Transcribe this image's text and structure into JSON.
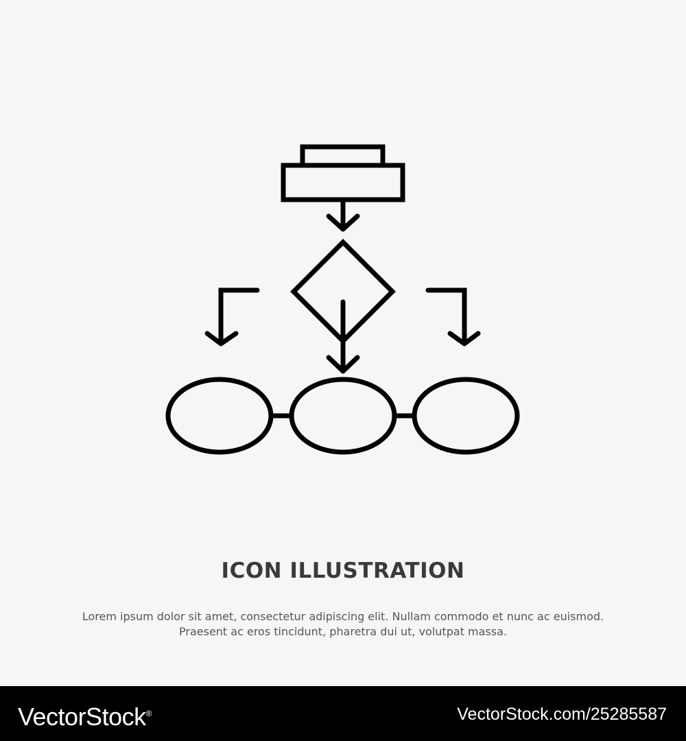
{
  "illustration": {
    "icon": "flowchart-algorithm-icon",
    "stroke_color": "#000000",
    "background_color": "#f5f7f7"
  },
  "heading": "ICON ILLUSTRATION",
  "description": {
    "line1": "Lorem ipsum dolor sit amet, consectetur adipiscing elit. Nullam commodo et nunc ac euismod.",
    "line2": "Praesent ac eros tincidunt, pharetra dui ut, volutpat massa."
  },
  "footer": {
    "brand": "VectorStock",
    "brand_mark": "®",
    "image_id": "VectorStock.com/25285587",
    "background_color": "#000000"
  }
}
